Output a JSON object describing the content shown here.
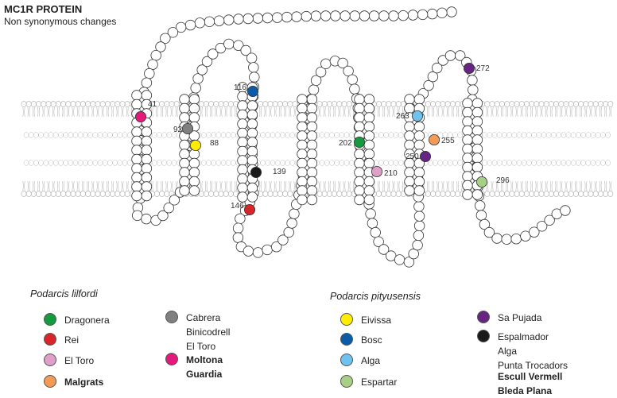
{
  "title": "MC1R PROTEIN",
  "subtitle": "Non synonymous changes",
  "mutations": [
    {
      "pos": "41",
      "color": "#e3197b"
    },
    {
      "pos": "92",
      "color": "#808080"
    },
    {
      "pos": "88",
      "color": "#ffed00"
    },
    {
      "pos": "116",
      "color": "#0b5ca8"
    },
    {
      "pos": "139",
      "color": "#1a1a1a"
    },
    {
      "pos": "146",
      "color": "#d7262b"
    },
    {
      "pos": "202",
      "color": "#159a3f"
    },
    {
      "pos": "210",
      "color": "#dfa0c8"
    },
    {
      "pos": "263",
      "color": "#6ec3ee"
    },
    {
      "pos": "255",
      "color": "#f39a56"
    },
    {
      "pos": "250",
      "color": "#662483"
    },
    {
      "pos": "272",
      "color": "#662483"
    },
    {
      "pos": "296",
      "color": "#a8cf86"
    }
  ],
  "legend": {
    "lilfordi": {
      "title": "Podarcis lilfordi",
      "items": [
        {
          "color": "#159a3f",
          "lines": [
            "Dragonera"
          ],
          "bold": false
        },
        {
          "color": "#d7262b",
          "lines": [
            "Rei"
          ],
          "bold": false
        },
        {
          "color": "#dfa0c8",
          "lines": [
            "El Toro"
          ],
          "bold": false
        },
        {
          "color": "#f39a56",
          "lines": [
            "Malgrats"
          ],
          "bold": true
        },
        {
          "color": "#808080",
          "lines": [
            "Cabrera",
            "Binicodrell",
            "El Toro"
          ],
          "bold": false
        },
        {
          "color": "#e3197b",
          "lines": [
            "Moltona",
            "Guardia"
          ],
          "bold": true
        }
      ]
    },
    "pityusensis": {
      "title": "Podarcis pityusensis",
      "items": [
        {
          "color": "#ffed00",
          "lines": [
            "Eivissa"
          ],
          "bold": false
        },
        {
          "color": "#0b5ca8",
          "lines": [
            "Bosc"
          ],
          "bold": false
        },
        {
          "color": "#6ec3ee",
          "lines": [
            "Alga"
          ],
          "bold": false
        },
        {
          "color": "#a8cf86",
          "lines": [
            "Espartar"
          ],
          "bold": false
        },
        {
          "color": "#662483",
          "lines": [
            "Sa Pujada"
          ],
          "bold": false
        },
        {
          "color": "#1a1a1a",
          "lines": [
            "Espalmador",
            "Alga",
            "Punta Trocadors"
          ],
          "bold": false
        },
        {
          "color": "#1a1a1a",
          "lines": [
            "Escull Vermell",
            "Bleda Plana"
          ],
          "bold": true,
          "nodot": true
        }
      ]
    }
  }
}
